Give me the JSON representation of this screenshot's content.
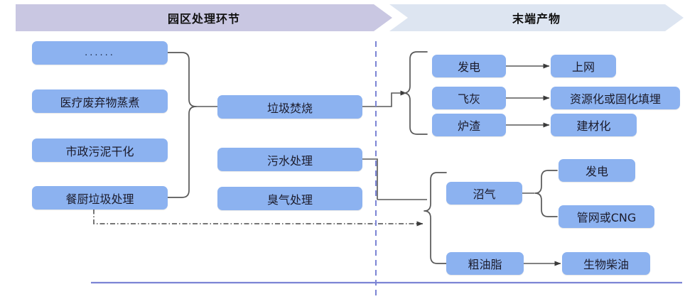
{
  "header": {
    "stage_label": "园区处理环节",
    "product_label": "末端产物"
  },
  "inputs": [
    {
      "id": "dots",
      "label": "......"
    },
    {
      "id": "medical",
      "label": "医疗废弃物蒸煮"
    },
    {
      "id": "sludge",
      "label": "市政污泥干化"
    },
    {
      "id": "kitchen",
      "label": "餐厨垃圾处理"
    }
  ],
  "processes": [
    {
      "id": "incineration",
      "label": "垃圾焚烧"
    },
    {
      "id": "wastewater",
      "label": "污水处理"
    },
    {
      "id": "odor",
      "label": "臭气处理"
    }
  ],
  "incineration_products": [
    {
      "id": "power",
      "label": "发电"
    },
    {
      "id": "flyash",
      "label": "飞灰"
    },
    {
      "id": "slag",
      "label": "炉渣"
    }
  ],
  "incineration_outcomes": [
    {
      "id": "grid",
      "label": "上网"
    },
    {
      "id": "resource-landfill",
      "label": "资源化或固化填埋"
    },
    {
      "id": "building-material",
      "label": "建材化"
    }
  ],
  "organic_products": [
    {
      "id": "biogas",
      "label": "沼气"
    },
    {
      "id": "crude-oil",
      "label": "粗油脂"
    }
  ],
  "biogas_outcomes": [
    {
      "id": "biogas-power",
      "label": "发电"
    },
    {
      "id": "pipeline-cng",
      "label": "管网或CNG"
    }
  ],
  "oil_outcomes": [
    {
      "id": "biodiesel",
      "label": "生物柴油"
    }
  ],
  "colors": {
    "box_fill": "#8cb2f0",
    "banner_stage": "#c9c7e2",
    "banner_product": "#dde5f1",
    "divider": "#7b84d4",
    "connector": "#585858"
  }
}
